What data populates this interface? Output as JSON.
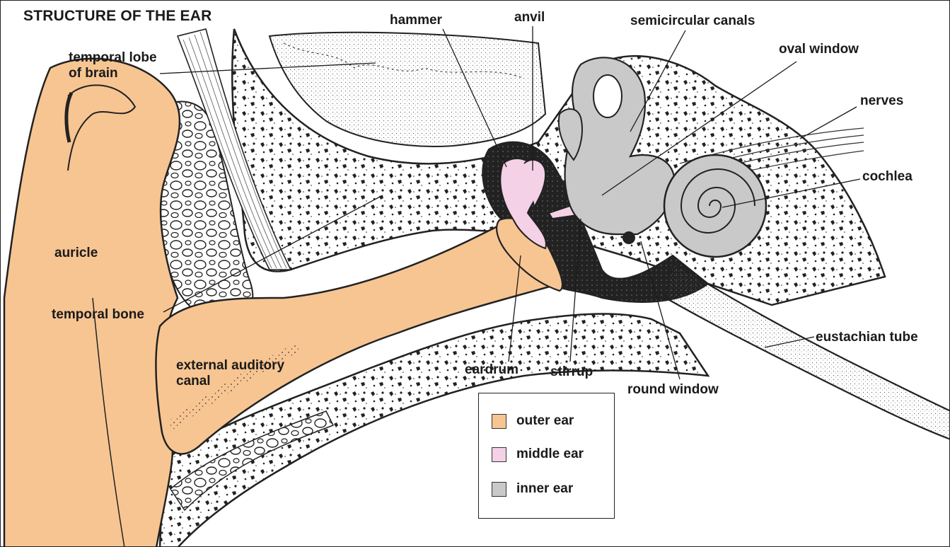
{
  "title": "STRUCTURE OF THE EAR",
  "colors": {
    "outer_ear": "#f7c592",
    "middle_ear": "#f4d1e6",
    "inner_ear": "#c9c9c9",
    "line": "#1a1a1a"
  },
  "labels": {
    "temporal_lobe": "temporal lobe\nof brain",
    "hammer": "hammer",
    "anvil": "anvil",
    "semicircular_canals": "semicircular canals",
    "oval_window": "oval window",
    "nerves": "nerves",
    "cochlea": "cochlea",
    "auricle": "auricle",
    "temporal_bone": "temporal bone",
    "external_auditory_canal": "external auditory\ncanal",
    "eardrum": "eardrum",
    "stirrup": "stirrup",
    "round_window": "round window",
    "eustachian_tube": "eustachian tube"
  },
  "legend": [
    {
      "label": "outer ear",
      "color": "#f7c592"
    },
    {
      "label": "middle ear",
      "color": "#f4d1e6"
    },
    {
      "label": "inner ear",
      "color": "#c9c9c9"
    }
  ]
}
